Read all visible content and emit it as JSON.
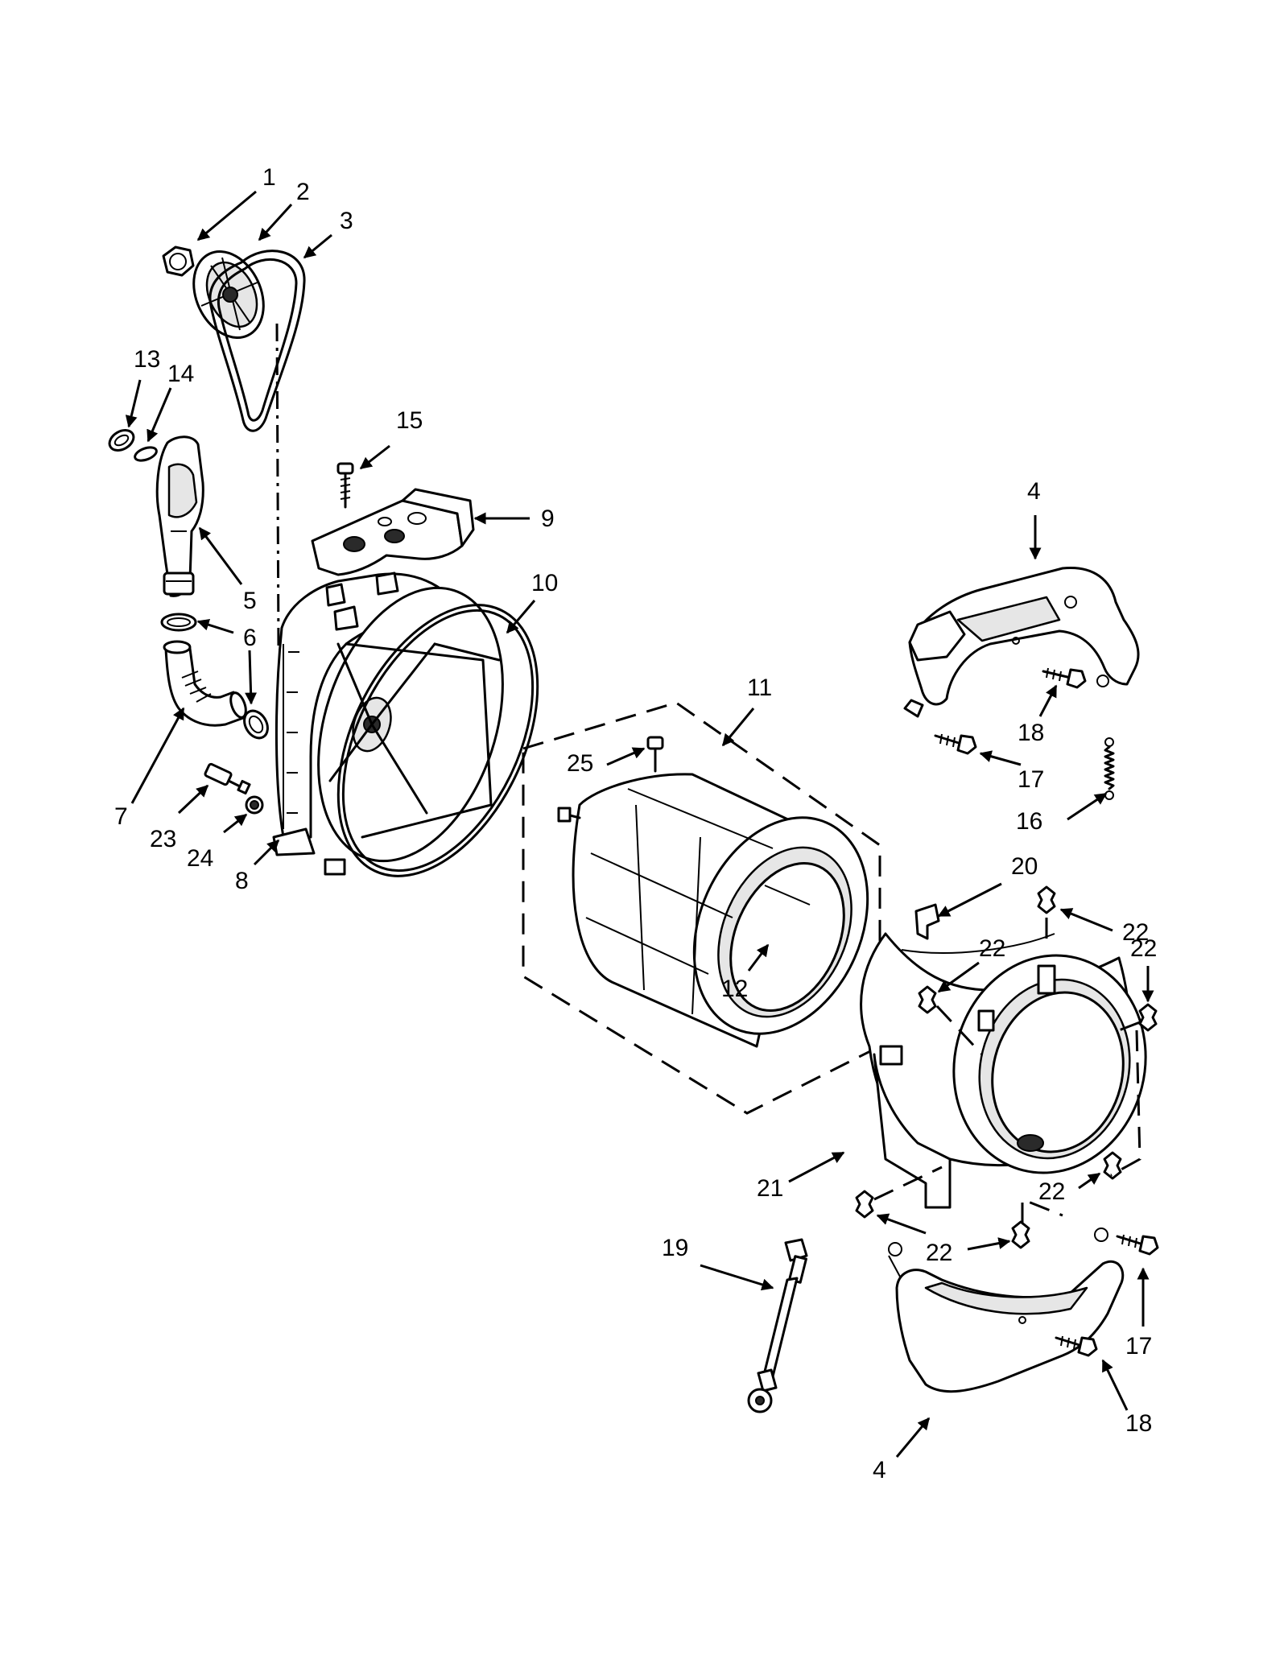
{
  "callouts": [
    {
      "id": "c1",
      "text": "1"
    },
    {
      "id": "c2",
      "text": "2"
    },
    {
      "id": "c3",
      "text": "3"
    },
    {
      "id": "c4a",
      "text": "4"
    },
    {
      "id": "c4b",
      "text": "4"
    },
    {
      "id": "c5",
      "text": "5"
    },
    {
      "id": "c6",
      "text": "6"
    },
    {
      "id": "c7",
      "text": "7"
    },
    {
      "id": "c8",
      "text": "8"
    },
    {
      "id": "c9",
      "text": "9"
    },
    {
      "id": "c10",
      "text": "10"
    },
    {
      "id": "c11",
      "text": "11"
    },
    {
      "id": "c12",
      "text": "12"
    },
    {
      "id": "c13",
      "text": "13"
    },
    {
      "id": "c14",
      "text": "14"
    },
    {
      "id": "c15",
      "text": "15"
    },
    {
      "id": "c16",
      "text": "16"
    },
    {
      "id": "c17a",
      "text": "17"
    },
    {
      "id": "c17b",
      "text": "17"
    },
    {
      "id": "c18a",
      "text": "18"
    },
    {
      "id": "c18b",
      "text": "18"
    },
    {
      "id": "c19",
      "text": "19"
    },
    {
      "id": "c20",
      "text": "20"
    },
    {
      "id": "c21",
      "text": "21"
    },
    {
      "id": "c22a",
      "text": "22"
    },
    {
      "id": "c22b",
      "text": "22"
    },
    {
      "id": "c22c",
      "text": "22"
    },
    {
      "id": "c22d",
      "text": "22"
    },
    {
      "id": "c22e",
      "text": "22"
    },
    {
      "id": "c23",
      "text": "23"
    },
    {
      "id": "c24",
      "text": "24"
    },
    {
      "id": "c25",
      "text": "25"
    }
  ]
}
